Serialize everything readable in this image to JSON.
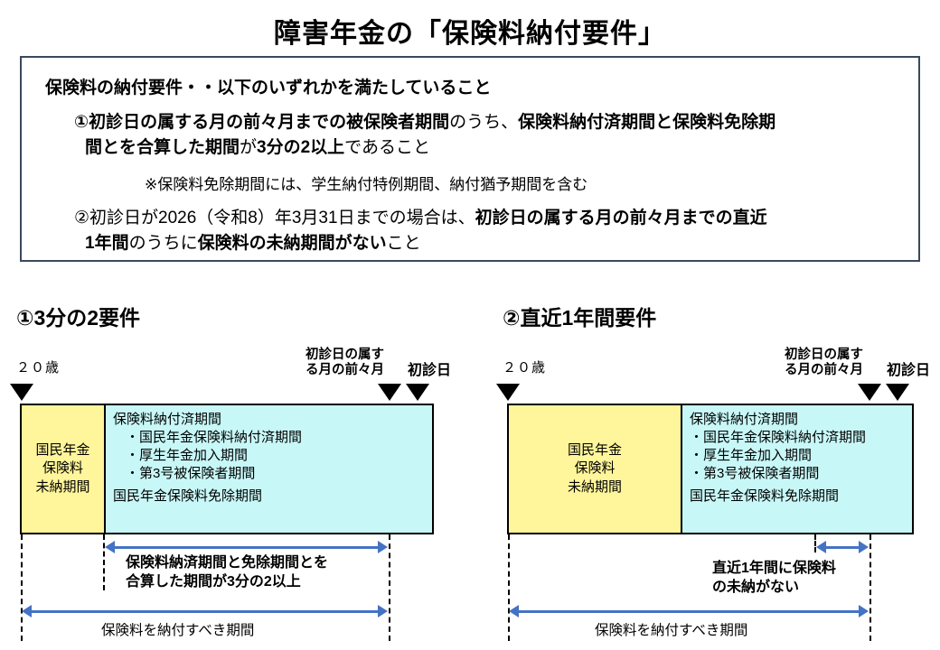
{
  "title": "障害年金の「保険料納付要件」",
  "requirement_box": {
    "heading": "保険料の納付要件・・以下のいずれかを満たしていること",
    "item1_line1_a": "①初診日の属する月の前々月までの被保険者期間",
    "item1_line1_b": "のうち、",
    "item1_line1_c": "保険料納付済期間と保険料免除期",
    "item1_line2_a": "間とを合算した期間",
    "item1_line2_b": "が",
    "item1_line2_c": "3分の2以上",
    "item1_line2_d": "であること",
    "note": "※保険料免除期間には、学生納付特例期間、納付猶予期間を含む",
    "item2_line1_a": "②初診日が2026（令和8）年3月31日までの場合は、",
    "item2_line1_b": "初診日の属する月の前々月までの直近",
    "item2_line2_a": "1年間",
    "item2_line2_b": "のうちに",
    "item2_line2_c": "保険料の未納期間がない",
    "item2_line2_d": "こと"
  },
  "colors": {
    "box_border": "#3a4a5c",
    "unpaid_fill": "#FFF59A",
    "paid_fill": "#C8F7F7",
    "arrow": "#4472C4",
    "text": "#000000"
  },
  "diagram_left": {
    "heading": "①3分の2要件",
    "tick_age20": "２０歳",
    "tick_two_months_before_l1": "初診日の属す",
    "tick_two_months_before_l2": "る月の前々月",
    "tick_first_visit": "初診日",
    "unpaid_label_l1": "国民年金",
    "unpaid_label_l2": "保険料",
    "unpaid_label_l3": "未納期間",
    "paid_title": "保険料納付済期間",
    "paid_items": [
      "・国民年金保険料納付済期間",
      "・厚生年金加入期間",
      "・第3号被保険者期間"
    ],
    "exempt_label": "国民年金保険料免除期間",
    "arrow_top_caption_l1": "保険料納済期間と免除期間とを",
    "arrow_top_caption_l2": "合算した期間が3分の2以上",
    "arrow_bottom_caption": "保険料を納付すべき期間"
  },
  "diagram_right": {
    "heading": "②直近1年間要件",
    "tick_age20": "２０歳",
    "tick_two_months_before_l1": "初診日の属す",
    "tick_two_months_before_l2": "る月の前々月",
    "tick_first_visit": "初診日",
    "unpaid_label_l1": "国民年金",
    "unpaid_label_l2": "保険料",
    "unpaid_label_l3": "未納期間",
    "paid_title": "保険料納付済期間",
    "paid_items": [
      "・国民年金保険料納付済期間",
      "・厚生年金加入期間",
      "・第3号被保険者期間"
    ],
    "exempt_label": "国民年金保険料免除期間",
    "arrow_top_caption_l1": "直近1年間に保険料",
    "arrow_top_caption_l2": "の未納がない",
    "arrow_bottom_caption": "保険料を納付すべき期間"
  }
}
